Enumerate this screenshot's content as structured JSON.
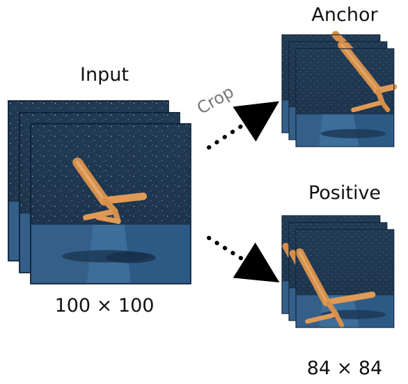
{
  "input": {
    "title": "Input",
    "size": "100 × 100"
  },
  "crop": {
    "label": "Crop"
  },
  "anchor": {
    "title": "Anchor"
  },
  "positive": {
    "title": "Positive",
    "size": "84 × 84"
  },
  "colors": {
    "sky_top": "#213a54",
    "sky_bottom": "#1a3148",
    "floor_light": "#3d6e9a",
    "floor_dark": "#2d5a85",
    "limb": "#e09a55",
    "limb_highlight": "#f2bd80",
    "frame_edge": "#0f2236",
    "arrow": "#000000"
  }
}
